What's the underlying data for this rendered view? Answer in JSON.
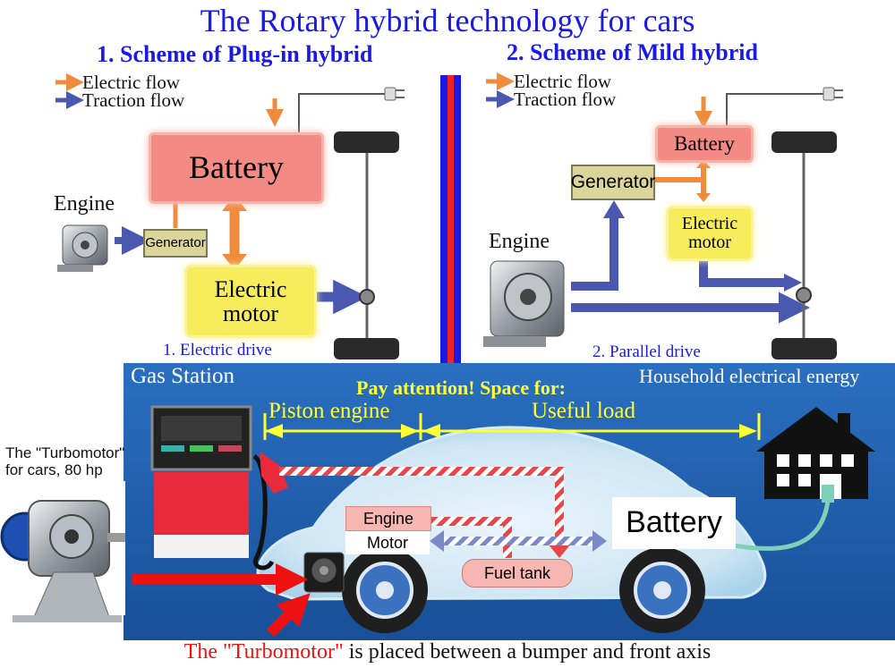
{
  "title": "The Rotary hybrid technology for cars",
  "plugin": {
    "heading": "1. Scheme of Plug-in hybrid",
    "legend_electric": "Electric flow",
    "legend_traction": "Traction flow",
    "battery": "Battery",
    "engine": "Engine",
    "generator": "Generator",
    "electric_motor_line1": "Electric",
    "electric_motor_line2": "motor",
    "caption": "1. Electric drive"
  },
  "mild": {
    "heading": "2. Scheme of Mild hybrid",
    "legend_electric": "Electric flow",
    "legend_traction": "Traction flow",
    "battery": "Battery",
    "generator": "Generator",
    "engine": "Engine",
    "electric_motor_line1": "Electric",
    "electric_motor_line2": "motor",
    "caption": "2. Parallel drive"
  },
  "car": {
    "gas_station": "Gas Station",
    "household": "Household electrical energy",
    "attention": "Pay attention! Space for:",
    "piston_engine": "Piston engine",
    "useful_load": "Useful load",
    "engine": "Engine",
    "motor": "Motor",
    "fuel_tank": "Fuel tank",
    "battery": "Battery",
    "turbomotor_line1": "The \"Turbomotor\"",
    "turbomotor_line2": "for cars, 80 hp",
    "bottom_red": "The \"Turbomotor\"",
    "bottom_rest": " is placed between a bumper and front axis"
  },
  "colors": {
    "title_blue": "#1a1ae6",
    "electric_flow": "#f08a3c",
    "traction_flow": "#4a58b0",
    "battery_fill": "#f48a84",
    "motor_fill": "#f7ec5b",
    "panel_bg": "#1d5fae",
    "highlight_yellow": "#ffff33",
    "arrow_red": "#ee1111"
  }
}
